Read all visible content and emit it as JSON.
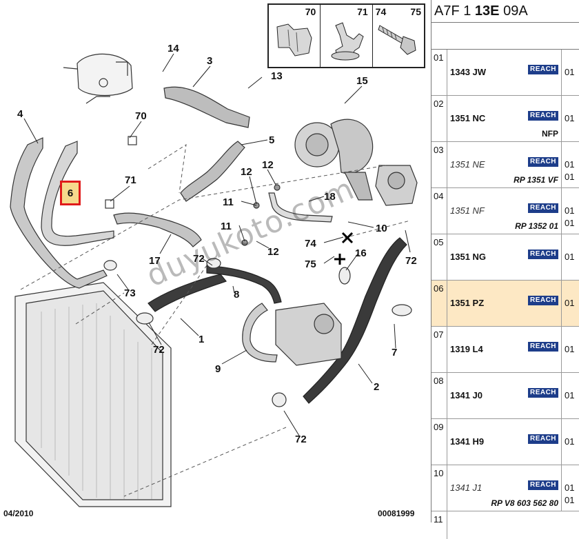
{
  "header": {
    "code_prefix": "A7F 1 ",
    "code_bold": "13E",
    "code_suffix": " 09A"
  },
  "diagram": {
    "selected_part": "6",
    "callouts": [
      "14",
      "3",
      "13",
      "70",
      "71",
      "4",
      "15",
      "5",
      "12",
      "12",
      "11",
      "18",
      "10",
      "11",
      "12",
      "74",
      "75",
      "16",
      "72",
      "17",
      "72",
      "8",
      "73",
      "72",
      "1",
      "7",
      "9",
      "2",
      "72"
    ],
    "legend": [
      {
        "label": "70",
        "icon": "clip-icon"
      },
      {
        "label": "71",
        "icon": "connector-icon"
      },
      {
        "label": "74",
        "icon": "bolt-icon"
      },
      {
        "label": "75",
        "icon": ""
      }
    ],
    "watermark": "duyukoto.com",
    "footer_left": "04/2010",
    "footer_right": "00081999"
  },
  "ref_rows": [
    {
      "num": "01",
      "code": "1343 JW",
      "italic": false,
      "badge": "REACH",
      "qty": "01",
      "qty2": "",
      "sub": ""
    },
    {
      "num": "02",
      "code": "1351 NC",
      "italic": false,
      "badge": "REACH",
      "qty": "01",
      "qty2": "",
      "sub": "NFP"
    },
    {
      "num": "03",
      "code": "1351 NE",
      "italic": true,
      "badge": "REACH",
      "qty": "01",
      "qty2": "01",
      "sub": "RP 1351 VF"
    },
    {
      "num": "04",
      "code": "1351 NF",
      "italic": true,
      "badge": "REACH",
      "qty": "01",
      "qty2": "01",
      "sub": "RP 1352 01"
    },
    {
      "num": "05",
      "code": "1351 NG",
      "italic": false,
      "badge": "REACH",
      "qty": "01",
      "qty2": "",
      "sub": ""
    },
    {
      "num": "06",
      "code": "1351 PZ",
      "italic": false,
      "badge": "REACH",
      "qty": "01",
      "qty2": "",
      "sub": "",
      "selected": true
    },
    {
      "num": "07",
      "code": "1319 L4",
      "italic": false,
      "badge": "REACH",
      "qty": "01",
      "qty2": "",
      "sub": ""
    },
    {
      "num": "08",
      "code": "1341 J0",
      "italic": false,
      "badge": "REACH",
      "qty": "01",
      "qty2": "",
      "sub": ""
    },
    {
      "num": "09",
      "code": "1341 H9",
      "italic": false,
      "badge": "REACH",
      "qty": "01",
      "qty2": "",
      "sub": ""
    },
    {
      "num": "10",
      "code": "1341 J1",
      "italic": true,
      "badge": "REACH",
      "qty": "01",
      "qty2": "01",
      "sub": "RP V8 603 562 80"
    },
    {
      "num": "11",
      "code": "",
      "italic": false,
      "badge": "",
      "qty": "",
      "qty2": "",
      "sub": ""
    }
  ]
}
